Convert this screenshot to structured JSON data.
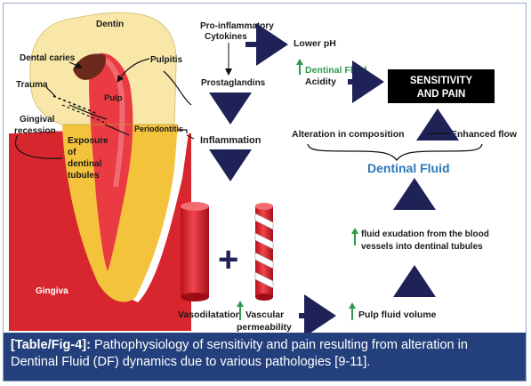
{
  "tooth_labels": {
    "dentin": "Dentin",
    "dental_caries": "Dental caries",
    "pulpitis": "Pulpitis",
    "trauma": "Trauma",
    "pulp": "Pulp",
    "gingival_recession_1": "Gingival",
    "gingival_recession_2": "recession",
    "exposure_1": "Exposure",
    "exposure_2": "of",
    "exposure_3": "dentinal",
    "exposure_4": "tubules",
    "periodontitis": "Periodontitis",
    "gingiva": "Gingiva"
  },
  "flow": {
    "cytokines_1": "Pro-inflammatory",
    "cytokines_2": "Cytokines",
    "lower_ph": "Lower pH",
    "dentinal_fluid_acidity_1": "Dentinal Fluid",
    "dentinal_fluid_acidity_2": "Acidity",
    "sensitivity_1": "SENSITIVITY",
    "sensitivity_2": "AND PAIN",
    "prostaglandins": "Prostaglandins",
    "inflammation": "Inflammation",
    "alteration": "Alteration in composition",
    "enhanced_flow": "Enhanced flow",
    "dentinal_fluid": "Dentinal Fluid",
    "exudation_1": "fluid exudation from the blood",
    "exudation_2": "vessels into dentinal tubules",
    "vasodilatation": "Vasodilatation",
    "vascular_1": "Vascular",
    "vascular_2": "permeability",
    "pulp_fluid_volume": "Pulp fluid volume",
    "plus": "+"
  },
  "caption": {
    "tag": "[Table/Fig-4]:",
    "text": " Pathophysiology of sensitivity and pain resulting from alteration in Dentinal Fluid (DF) dynamics due to various pathologies [9-11]."
  },
  "colors": {
    "navy_arrow": "#1f2257",
    "green_arrow": "#2e9b4a",
    "fluid_blue": "#2a78b8",
    "gingiva_red": "#d8262e",
    "dentin_cream": "#f8e7a8",
    "root_yellow": "#f3c33c",
    "caption_bg": "#24407c"
  }
}
